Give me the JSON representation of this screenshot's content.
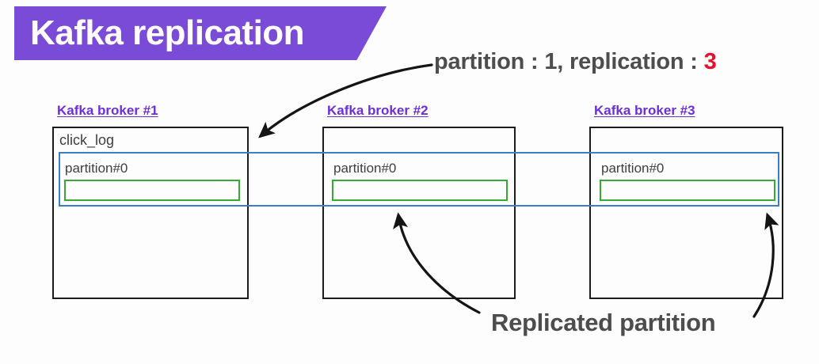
{
  "slide": {
    "title": "Kafka replication",
    "background_color": "#fdfdfd",
    "title_banner_color": "#7A4BD6",
    "title_text_color": "#ffffff"
  },
  "captions": {
    "top": {
      "prefix": "partition : 1, replication : ",
      "accent_value": "3",
      "accent_color": "#e8102a",
      "text_color": "#4d4d4d"
    },
    "bottom": {
      "text": "Replicated partition",
      "text_color": "#4d4d4d"
    }
  },
  "diagram": {
    "topic_label": "click_log",
    "broker_label_color": "#6b30d6",
    "broker_border_color": "#1c1c1c",
    "replication_band_color": "#3a7fc4",
    "partition_bar_color": "#39a935",
    "brokers": [
      {
        "label": "Kafka broker #1",
        "partition_label": "partition#0"
      },
      {
        "label": "Kafka broker #2",
        "partition_label": "partition#0"
      },
      {
        "label": "Kafka broker #3",
        "partition_label": "partition#0"
      }
    ]
  },
  "annotations": {
    "arrow_to_broker1": "arrow pointing from caption to Kafka broker #1 box",
    "arrow_to_broker2_partition": "arrow pointing from Replicated partition caption to broker #2 partition",
    "arrow_to_broker3_partition": "arrow pointing from Replicated partition caption to broker #3 partition"
  }
}
